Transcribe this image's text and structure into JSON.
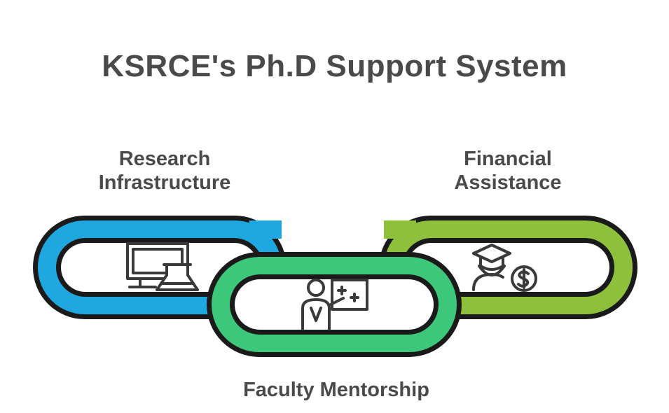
{
  "diagram": {
    "title": "KSRCE's Ph.D Support System",
    "links": [
      {
        "label_line1": "Research",
        "label_line2": "Infrastructure",
        "color": "#1fa8df",
        "icon": "computer-lab-flask-icon"
      },
      {
        "label_line1": "Faculty Mentorship",
        "color": "#3dc77a",
        "icon": "mentor-whiteboard-icon"
      },
      {
        "label_line1": "Financial",
        "label_line2": "Assistance",
        "color": "#8fc03c",
        "icon": "graduate-dollar-icon"
      }
    ],
    "outline_color": "#1a1a1a",
    "text_color": "#4a4a4a"
  }
}
